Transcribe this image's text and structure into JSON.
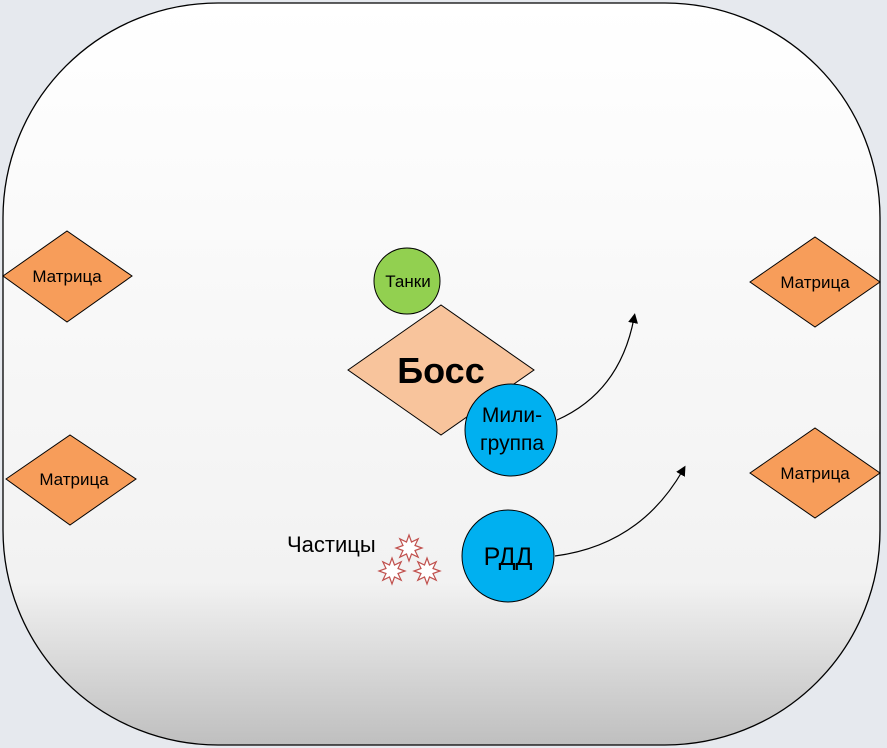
{
  "diagram": {
    "arena": {
      "label": "arena",
      "gradient_top": "#ffffff",
      "gradient_mid": "#f2f2f2",
      "gradient_bottom": "#bfbfbf",
      "stroke": "#000000"
    },
    "boss": {
      "label": "Босс",
      "fill": "#f8c49c"
    },
    "tanks": {
      "label": "Танки",
      "fill": "#92d050"
    },
    "melee_group": {
      "line1": "Мили-",
      "line2": "группа",
      "fill": "#00b0f0"
    },
    "rdd": {
      "label": "РДД",
      "fill": "#00b0f0"
    },
    "particles": {
      "label": "Частицы",
      "stroke": "#c0504d",
      "count": 3
    },
    "matrices": [
      {
        "label": "Матрица",
        "side": "left",
        "position": "upper"
      },
      {
        "label": "Матрица",
        "side": "left",
        "position": "lower"
      },
      {
        "label": "Матрица",
        "side": "right",
        "position": "upper"
      },
      {
        "label": "Матрица",
        "side": "right",
        "position": "lower"
      }
    ],
    "matrix_fill": "#f79d5a",
    "arrows": [
      {
        "from": "melee_group",
        "direction": "up-right"
      },
      {
        "from": "rdd",
        "direction": "up-right"
      }
    ]
  }
}
